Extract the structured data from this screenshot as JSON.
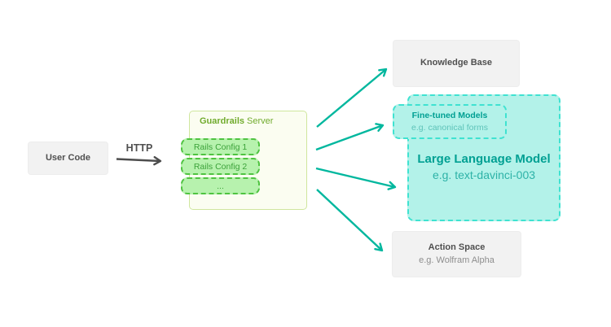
{
  "colors": {
    "background": "#ffffff",
    "teal_arrow": "#00b79e",
    "teal_fill": "#b3f2e9",
    "teal_border": "#3fe2d1",
    "teal_title_text": "#00a093",
    "teal_subtitle_text": "#2db2a7",
    "green_text": "#71ab2d",
    "green_fill": "#b7f2ae",
    "green_border": "#4fc341",
    "server_fill": "#fbfdf1",
    "server_border": "#cfe69e",
    "gray_fill": "#f2f2f2",
    "dark_text": "#4f4f4f",
    "muted_text": "#8e8e8e",
    "http_arrow": "#4d4d4d"
  },
  "nodes": {
    "user_code": {
      "label": "User Code"
    },
    "http": {
      "label": "HTTP"
    },
    "guardrails_server": {
      "title_bold": "Guardrails",
      "title_rest": "Server",
      "configs": [
        "Rails Config 1",
        "Rails Config 2",
        "..."
      ]
    },
    "knowledge_base": {
      "label": "Knowledge Base"
    },
    "fine_tuned_models": {
      "title": "Fine-tuned Models",
      "subtitle": "e.g. canonical forms"
    },
    "large_language_model": {
      "title": "Large Language Model",
      "subtitle": "e.g. text-davinci-003"
    },
    "action_space": {
      "title": "Action Space",
      "subtitle": "e.g. Wolfram Alpha"
    }
  },
  "connectors": [
    {
      "name": "http-arrow",
      "from": "user_code",
      "to": "guardrails_server"
    },
    {
      "name": "arrow-to-knowledge-base",
      "from": "guardrails_server",
      "to": "knowledge_base"
    },
    {
      "name": "arrow-to-fine-tuned-models",
      "from": "guardrails_server",
      "to": "fine_tuned_models"
    },
    {
      "name": "arrow-to-large-language-model",
      "from": "guardrails_server",
      "to": "large_language_model"
    },
    {
      "name": "arrow-to-action-space",
      "from": "guardrails_server",
      "to": "action_space"
    }
  ]
}
